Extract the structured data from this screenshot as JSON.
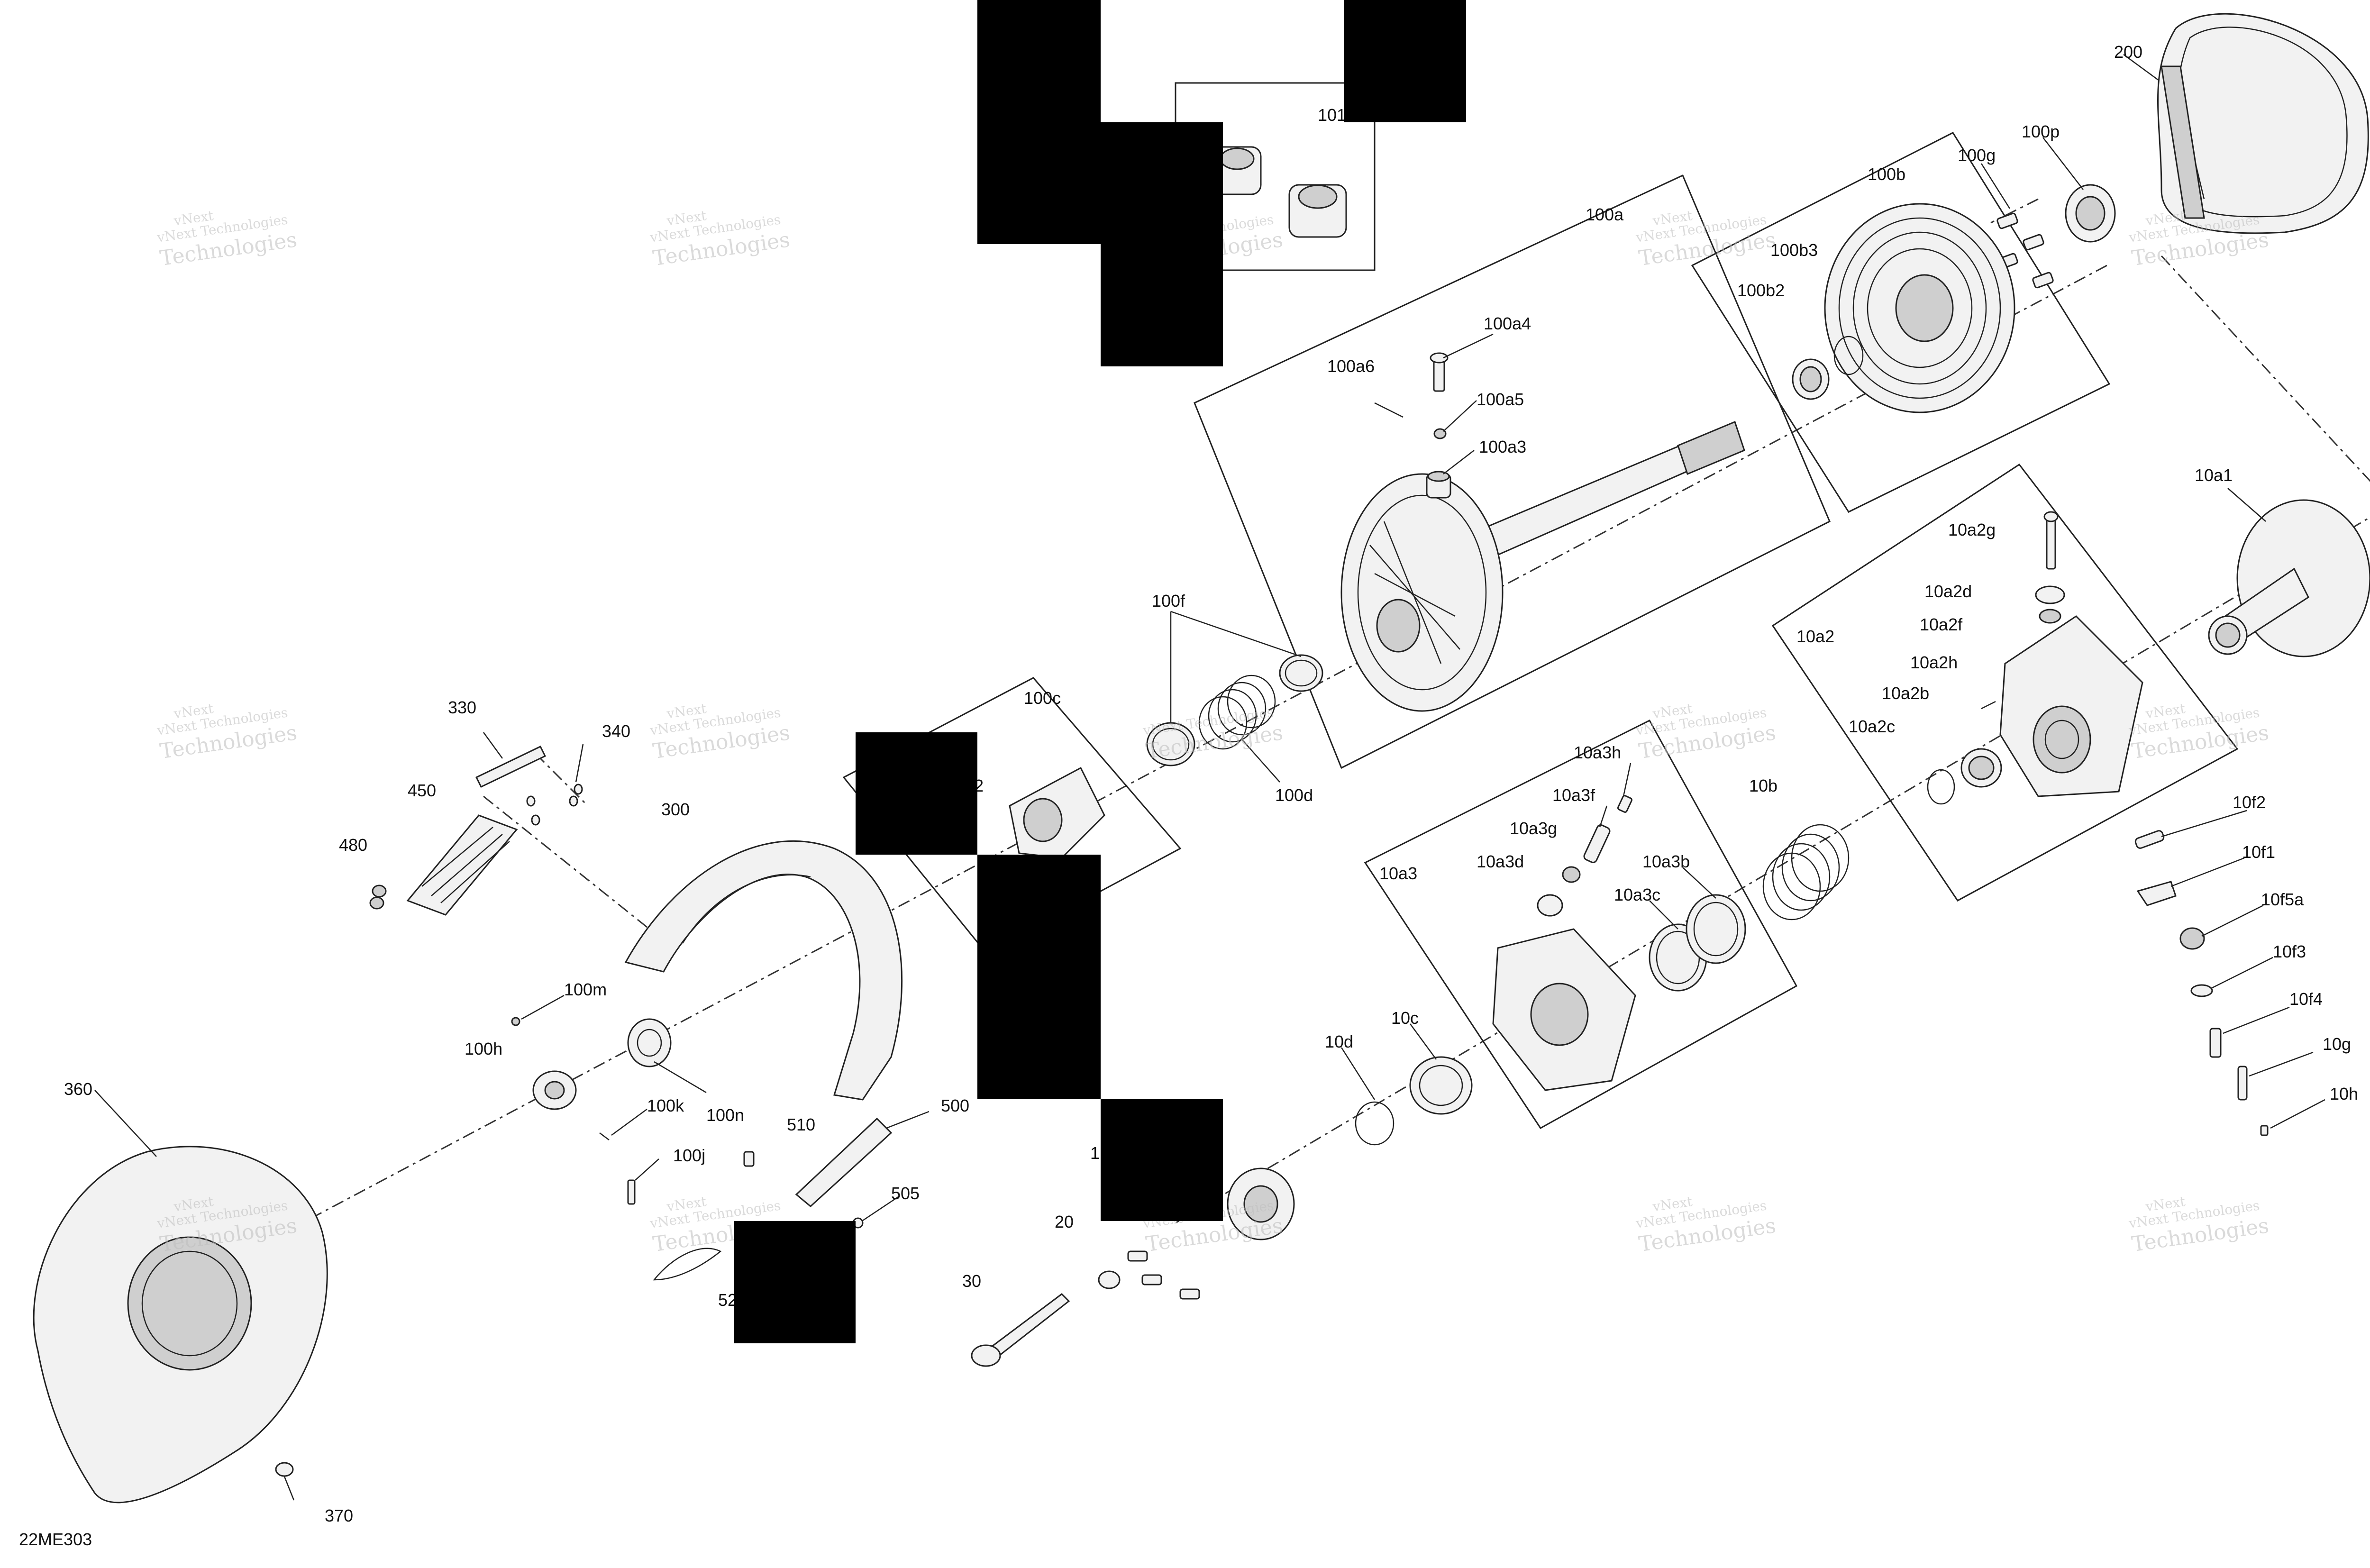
{
  "diagram": {
    "code": "22ME303",
    "watermark": {
      "line1": "vNext Technologies",
      "line2": "Technologies",
      "line3": "vNext"
    },
    "callouts": {
      "c101": "101",
      "c200": "200",
      "c100a": "100a",
      "c100b": "100b",
      "c100g": "100g",
      "c100p": "100p",
      "c100b3": "100b3",
      "c100b2": "100b2",
      "c100a4": "100a4",
      "c100a6": "100a6",
      "c100a5": "100a5",
      "c100a3": "100a3",
      "c10a1": "10a1",
      "c10a2g": "10a2g",
      "c10a2d": "10a2d",
      "c10a2f": "10a2f",
      "c10a2": "10a2",
      "c10a2h": "10a2h",
      "c10a2b": "10a2b",
      "c10a2c": "10a2c",
      "c100f": "100f",
      "c100c": "100c",
      "c100d": "100d",
      "c10a3h": "10a3h",
      "c10a3f": "10a3f",
      "c10a3g": "10a3g",
      "c10a3d": "10a3d",
      "c10a3b": "10a3b",
      "c10a3c": "10a3c",
      "c10a3": "10a3",
      "c10b": "10b",
      "c10f2": "10f2",
      "c10f1": "10f1",
      "c10f5a": "10f5a",
      "c10f3": "10f3",
      "c10f4": "10f4",
      "c10g": "10g",
      "c10h": "10h",
      "c330": "330",
      "c340": "340",
      "c450": "450",
      "c480": "480",
      "c300": "300",
      "c100m": "100m",
      "c100h": "100h",
      "c100k": "100k",
      "c100n": "100n",
      "c100j": "100j",
      "c510": "510",
      "c500": "500",
      "c505": "505",
      "c52": "52",
      "c360": "360",
      "c370": "370",
      "c10d": "10d",
      "c10c": "10c",
      "c20": "20",
      "c30": "30",
      "c1": "1",
      "c2": "2"
    }
  }
}
